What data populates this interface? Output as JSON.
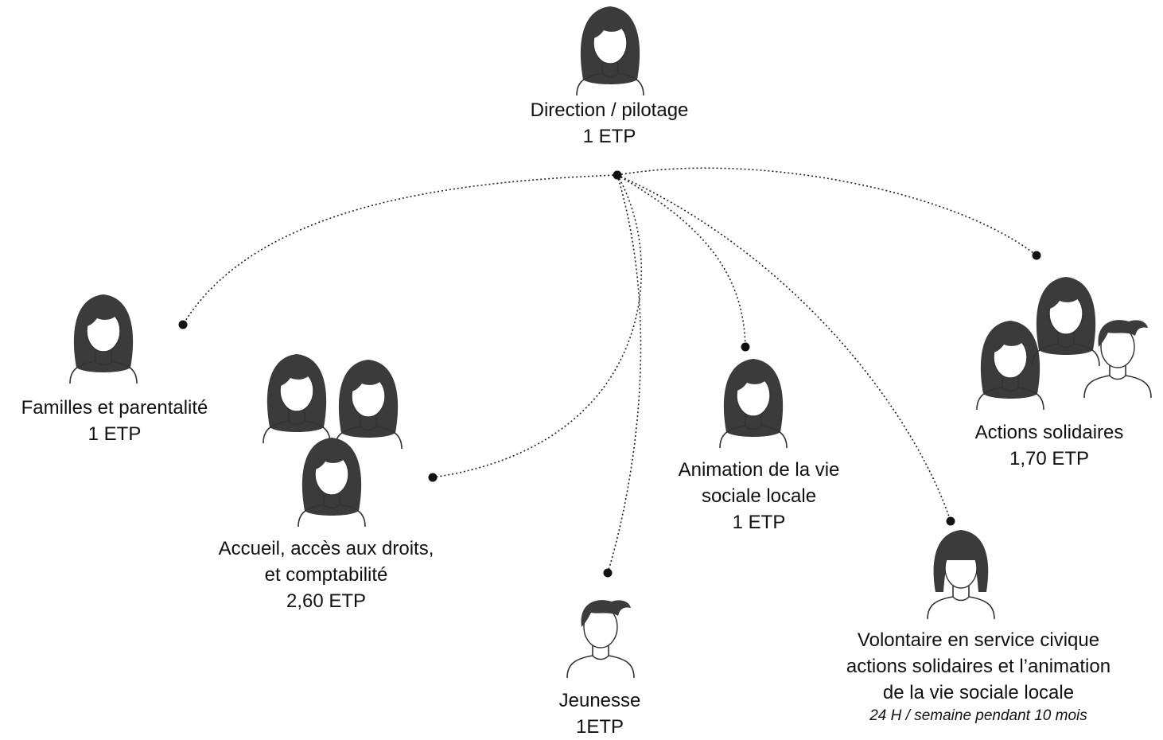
{
  "nodes": {
    "direction": {
      "title": "Direction / pilotage",
      "fte": "1 ETP"
    },
    "familles": {
      "title": "Familles et parentalité",
      "fte": "1 ETP"
    },
    "accueil": {
      "title_line1": "Accueil, accès aux droits,",
      "title_line2": "et comptabilité",
      "fte": "2,60 ETP"
    },
    "jeunesse": {
      "title": "Jeunesse",
      "fte": "1ETP"
    },
    "animation": {
      "title_line1": "Animation de la vie",
      "title_line2": "sociale locale",
      "fte": "1 ETP"
    },
    "actions": {
      "title": "Actions solidaires",
      "fte": "1,70 ETP"
    },
    "volontaire": {
      "title_line1": "Volontaire en service civique",
      "title_line2": "actions solidaires et l’animation",
      "title_line3": "de la vie sociale locale",
      "note": "24 H / semaine pendant 10 mois"
    }
  },
  "connectors": {
    "style": "dotted",
    "color": "#222222"
  },
  "icon_style": {
    "hair": "#3b3b3b",
    "outline": "#333333",
    "skin": "#ffffff"
  }
}
